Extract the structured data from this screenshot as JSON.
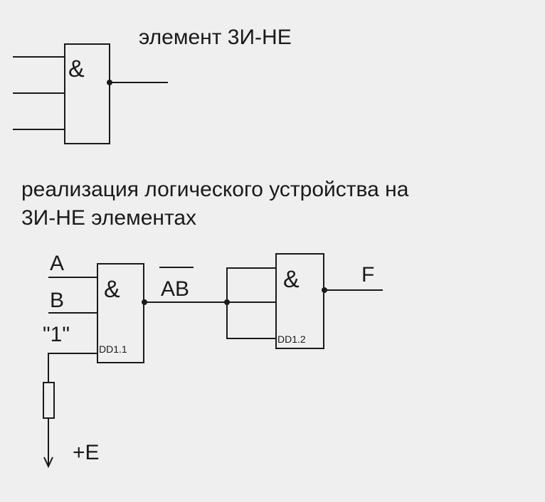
{
  "heading_gate": "элемент 3И-НЕ",
  "heading_device_line1": "реализация логического устройства на",
  "heading_device_line2": "3И-НЕ элементах",
  "gate_symbol": "&",
  "signals": {
    "a": "A",
    "b": "B",
    "one": "\"1\"",
    "ab": "AB",
    "f": "F",
    "supply": "+E"
  },
  "gates": {
    "dd1_1": "DD1.1",
    "dd1_2": "DD1.2"
  }
}
